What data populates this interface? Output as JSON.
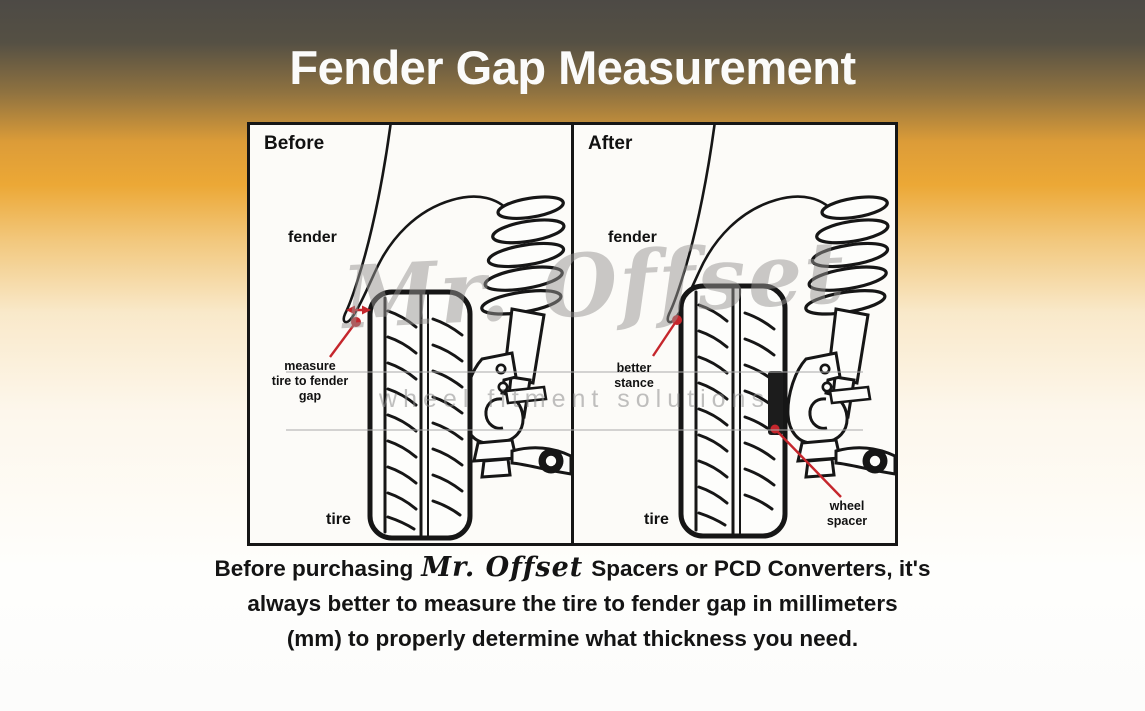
{
  "title": "Fender Gap Measurement",
  "colors": {
    "accent_red": "#c5262c",
    "ink": "#161616",
    "panel_bg": "#fcfbf8",
    "watermark_gray": "#969491",
    "top_gradient": "#4d4a45",
    "mid_gradient": "#eca836"
  },
  "panels": {
    "before": {
      "heading": "Before",
      "fender_label": "fender",
      "tire_label": "tire",
      "gap_note": [
        "measure",
        "tire to fender",
        "gap"
      ]
    },
    "after": {
      "heading": "After",
      "fender_label": "fender",
      "tire_label": "tire",
      "stance_note": [
        "better",
        "stance"
      ],
      "spacer_note": [
        "wheel",
        "spacer"
      ]
    }
  },
  "watermark": {
    "brand": "Mr. Offset",
    "tagline": "wheel fitment solutions"
  },
  "caption": {
    "line1_prefix": "Before purchasing",
    "brand": "Mr. Offset",
    "line1_suffix": "Spacers or PCD Converters, it's",
    "line2": "always better to measure the tire to fender gap in millimeters",
    "line3": "(mm) to properly determine what thickness you need."
  }
}
